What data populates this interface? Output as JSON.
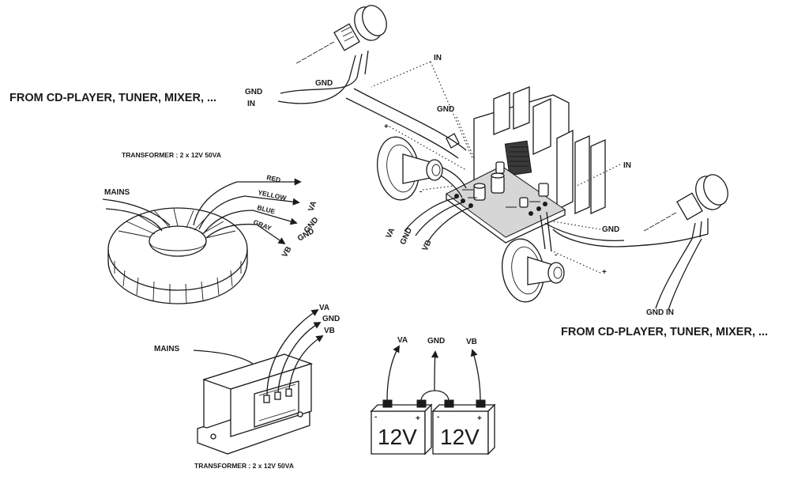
{
  "source_left": "FROM CD-PLAYER, TUNER, MIXER, ...",
  "source_right": "FROM CD-PLAYER, TUNER, MIXER, ...",
  "input_left": {
    "gnd": "GND",
    "in": "IN",
    "gnd_pot": "GND"
  },
  "amplifier": {
    "in_top": "IN",
    "gnd_top": "GND",
    "plus_top": "+",
    "minus_left": "-",
    "in_right": "IN",
    "gnd_right": "GND",
    "plus_bottom": "+",
    "minus_bottom": "-"
  },
  "supply_pins": {
    "va": "VA",
    "gnd": "GND",
    "vb": "VB"
  },
  "input_right": {
    "gnd": "GND",
    "in": "IN"
  },
  "toroidal": {
    "title": "TRANSFORMER : 2 x 12V  50VA",
    "mains": "MAINS",
    "wires": [
      {
        "color": "RED",
        "out": "VA"
      },
      {
        "color": "YELLOW",
        "out": "GND"
      },
      {
        "color": "BLUE",
        "out": "GND"
      },
      {
        "color": "GRAY",
        "out": "VB"
      }
    ]
  },
  "frame_transformer": {
    "title": "TRANSFORMER : 2 x 12V  50VA",
    "mains": "MAINS",
    "outputs": [
      "VA",
      "GND",
      "VB"
    ]
  },
  "batteries": {
    "outputs": [
      "VA",
      "GND",
      "VB"
    ],
    "cells": [
      {
        "label": "12V",
        "minus": "-",
        "plus": "+"
      },
      {
        "label": "12V",
        "minus": "-",
        "plus": "+"
      }
    ]
  }
}
